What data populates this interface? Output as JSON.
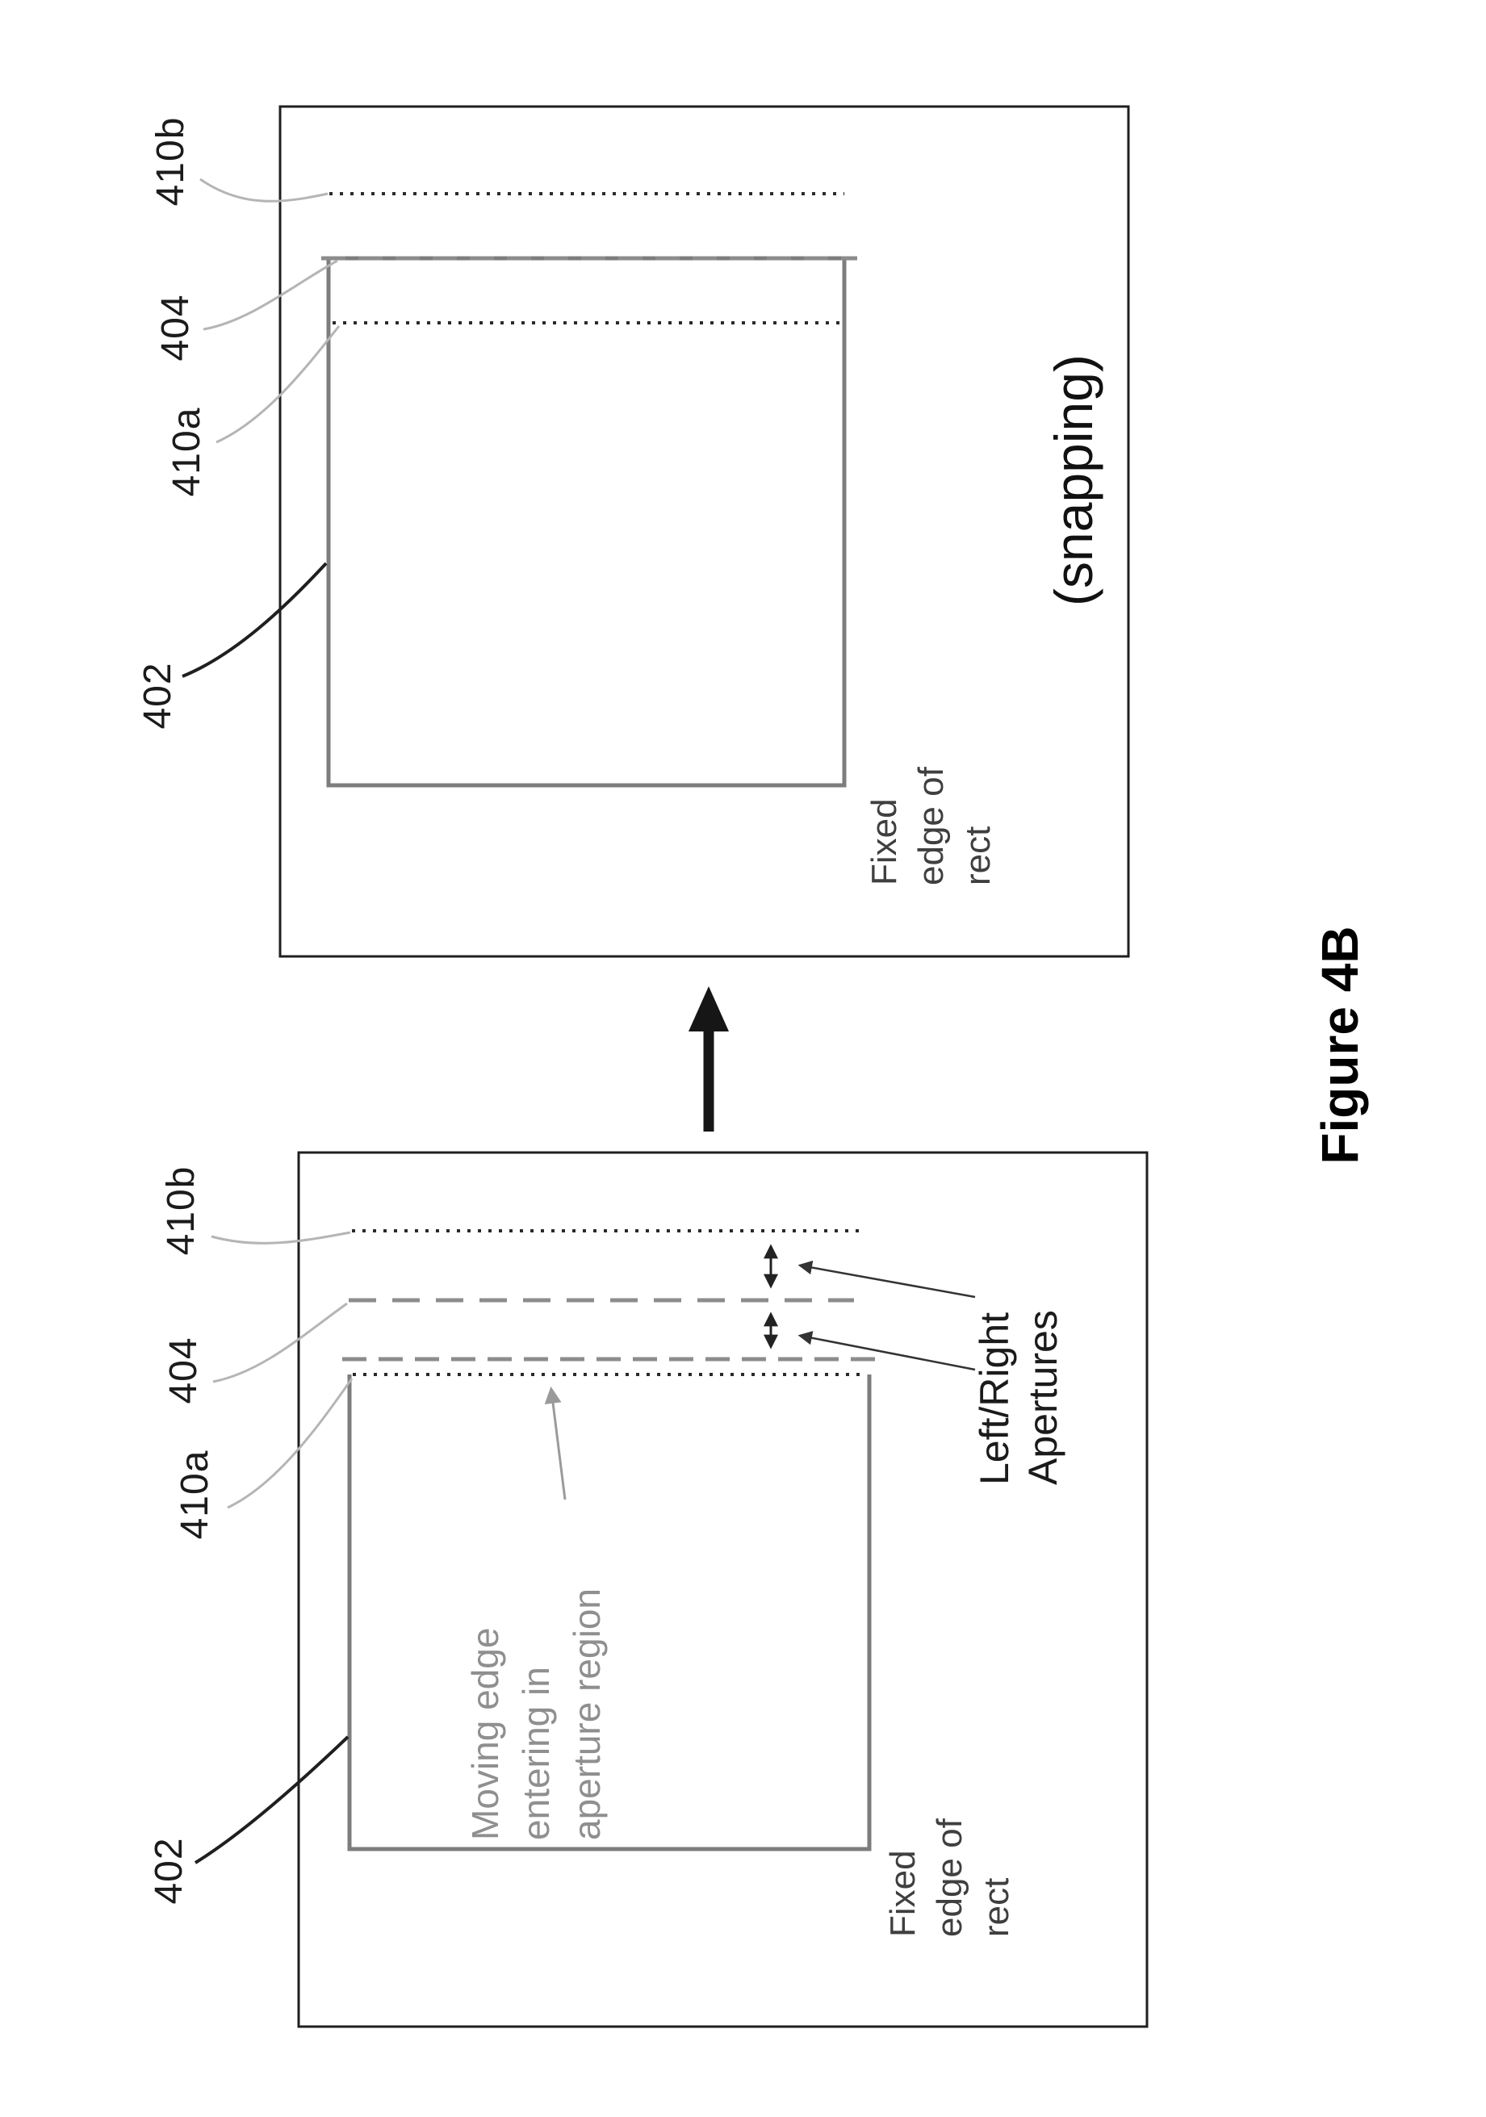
{
  "figure": {
    "caption": "Figure 4B"
  },
  "after_panel": {
    "caption": "(snapping)",
    "ref_410b": "410b",
    "ref_404": "404",
    "ref_410a": "410a",
    "ref_402": "402",
    "fixed_edge_label": "Fixed\nedge of\nrect"
  },
  "before_panel": {
    "ref_410b": "410b",
    "ref_404": "404",
    "ref_410a": "410a",
    "ref_402": "402",
    "moving_edge_label": "Moving edge\nentering in\naperture region",
    "apertures_label": "Left/Right\nApertures",
    "fixed_edge_label": "Fixed\nedge of\nrect"
  },
  "colors": {
    "ink": "#1b1b1b",
    "rect_gray": "#7d7d7d",
    "dashed_gray": "#8c8c8c",
    "leader_gray": "#b5b5b5",
    "annotation_gray": "#8f8f8f"
  }
}
